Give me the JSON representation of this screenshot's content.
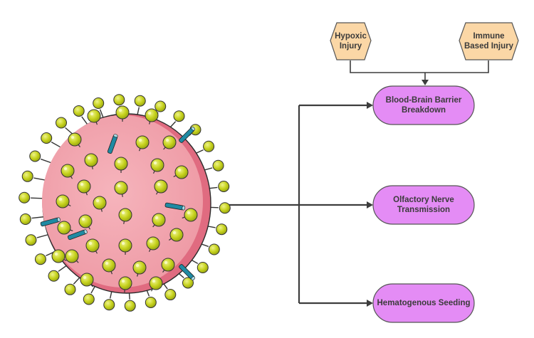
{
  "colors": {
    "hexagon_fill": "#fbd7a6",
    "hexagon_stroke": "#555555",
    "pill_fill": "#e48cf5",
    "pill_stroke": "#555555",
    "connector": "#3d3d3d",
    "virus_body": "#f1a3ad",
    "virus_rim": "#e06b80",
    "spike_head": "#c6d21d",
    "spike_head_dark": "#8c9a0e",
    "spike_rod": "#1f8aa3"
  },
  "nodes": {
    "hypoxic": {
      "line1": "Hypoxic",
      "line2": "Injury"
    },
    "immune": {
      "line1": "Immune",
      "line2": "Based Injury"
    },
    "bbb": {
      "line1": "Blood-Brain Barrier",
      "line2": "Breakdown"
    },
    "olfactory": {
      "line1": "Olfactory Nerve",
      "line2": "Transmission"
    },
    "hematogenous": {
      "line1": "Hematogenous Seeding"
    }
  },
  "illustration": {
    "subject": "virus-particle",
    "icon": "virus-icon"
  }
}
